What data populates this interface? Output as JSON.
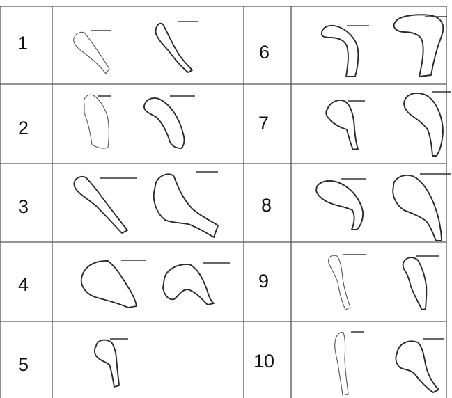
{
  "rows": [
    {
      "left": "1",
      "right": "6"
    },
    {
      "left": "2",
      "right": "7"
    },
    {
      "left": "3",
      "right": "8"
    },
    {
      "left": "4",
      "right": "9"
    },
    {
      "left": "5",
      "right": "10"
    }
  ]
}
